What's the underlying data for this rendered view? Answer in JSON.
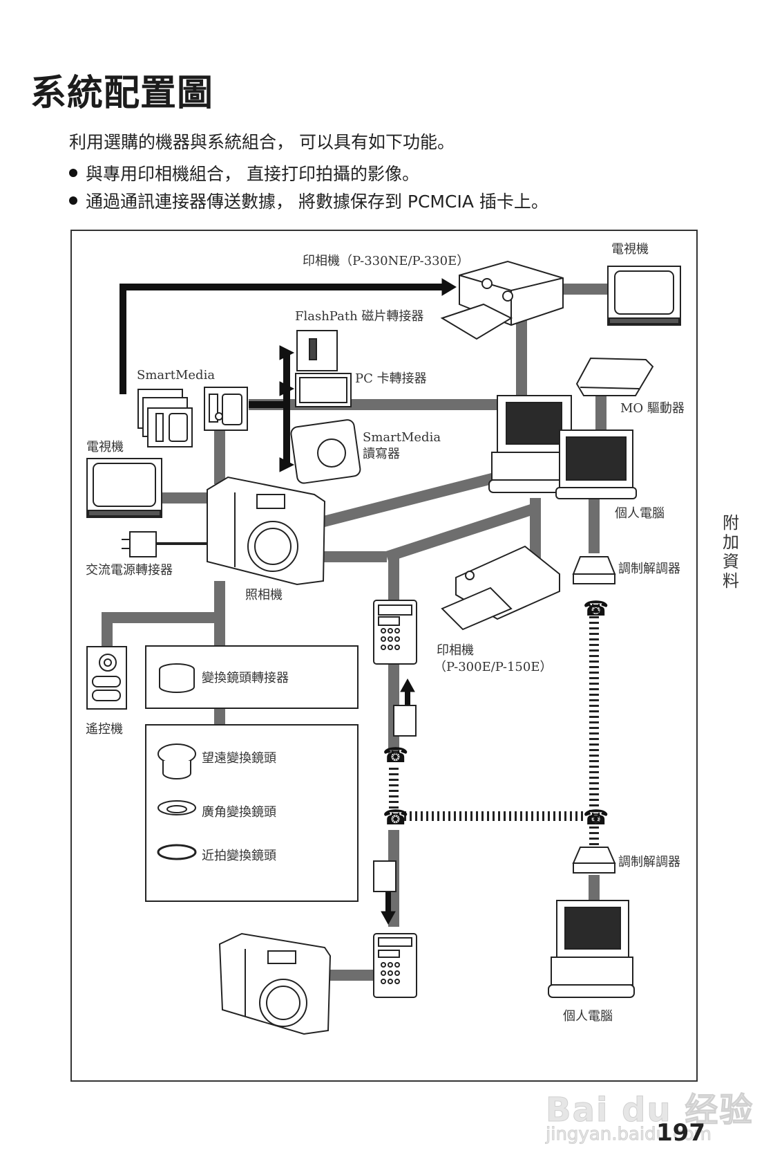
{
  "page": {
    "title": "系統配置圖",
    "intro": "利用選購的機器與系統組合， 可以具有如下功能。",
    "bullets": [
      "與專用印相機組合， 直接打印拍攝的影像。",
      "通過通訊連接器傳送數據， 將數據保存到 PCMCIA 插卡上。"
    ],
    "side_tab": "附加資料",
    "page_number": "197"
  },
  "diagram": {
    "labels": {
      "printer_top": "印相機（P-330NE/P-330E）",
      "tv_top": "電視機",
      "flashpath": "FlashPath 磁片轉接器",
      "smartmedia": "SmartMedia",
      "pc_card": "PC 卡轉接器",
      "mo_drive": "MO 驅動器",
      "smartmedia_reader_1": "SmartMedia",
      "smartmedia_reader_2": "讀寫器",
      "tv_left": "電視機",
      "pc_top": "個人電腦",
      "ac_adapter": "交流電源轉接器",
      "camera": "照相機",
      "modem_top": "調制解調器",
      "printer_mid_1": "印相機",
      "printer_mid_2": "（P-300E/P-150E）",
      "remote": "遙控機",
      "lens_adapter": "變換鏡頭轉接器",
      "tele_lens": "望遠變換鏡頭",
      "wide_lens": "廣角變換鏡頭",
      "macro_lens": "近拍變換鏡頭",
      "modem_bottom": "調制解調器",
      "pc_bottom": "個人電腦"
    },
    "colors": {
      "connector": "#6e6e6e",
      "arrow": "#111111",
      "outline": "#222222",
      "screen": "#2a2a2a"
    }
  },
  "watermark": {
    "brand": "Bai du 经验",
    "url": "jingyan.baidu.com"
  }
}
